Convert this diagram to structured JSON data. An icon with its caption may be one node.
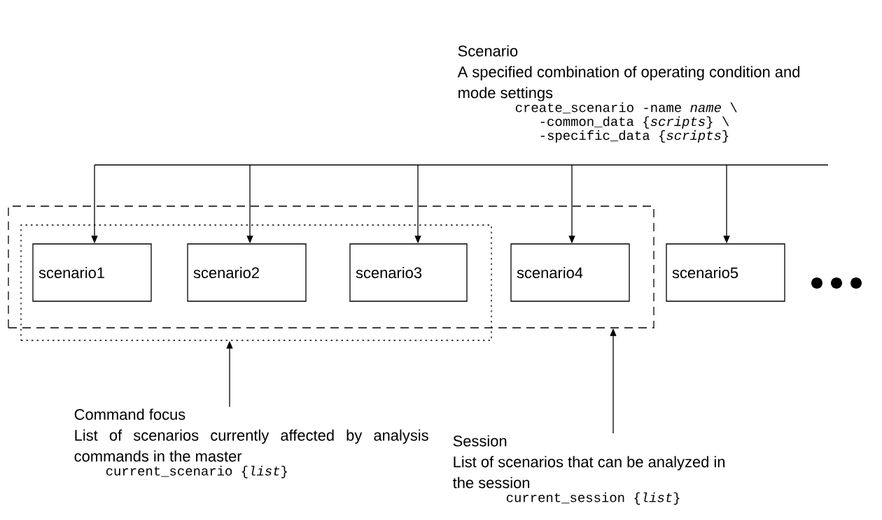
{
  "diagram": {
    "nodes": [
      {
        "text": [],
        "shape": "box"
      },
      {
        "text": [],
        "shape": "box",
        "in": 0
      },
      {
        "text": [
          "scenario1"
        ],
        "in": 1
      },
      {
        "text": [
          "scenario2"
        ],
        "in": 1
      },
      {
        "text": [
          "scenario3"
        ],
        "in": 1
      },
      {
        "text": [
          "scenario4"
        ],
        "in": 0
      },
      {
        "text": [
          "scenario5"
        ]
      },
      {
        "text": [
          "Scenario",
          "A specified combination of operating condition and mode settings",
          "create_scenario -name *name* \\ -common_data {*scripts*} \\ -specific_data {*scripts*}"
        ]
      },
      {
        "text": [
          "Command focus",
          "List of scenarios currently affected by analysis commands in the master",
          "current_scenario {*list*}"
        ]
      },
      {
        "text": [
          "Session",
          "List of scenarios that can be analyzed in the session",
          "current_session {*list*}"
        ]
      }
    ],
    "edges": [
      {
        "from": null,
        "to": 2,
        "arrow": "to"
      },
      {
        "from": null,
        "to": 3,
        "arrow": "to"
      },
      {
        "from": null,
        "to": 4,
        "arrow": "to"
      },
      {
        "from": null,
        "to": 5,
        "arrow": "to"
      },
      {
        "from": null,
        "to": 6,
        "arrow": "to"
      },
      {
        "from": 8,
        "to": 1,
        "arrow": "to"
      },
      {
        "from": 9,
        "to": 0,
        "arrow": "to"
      }
    ]
  }
}
